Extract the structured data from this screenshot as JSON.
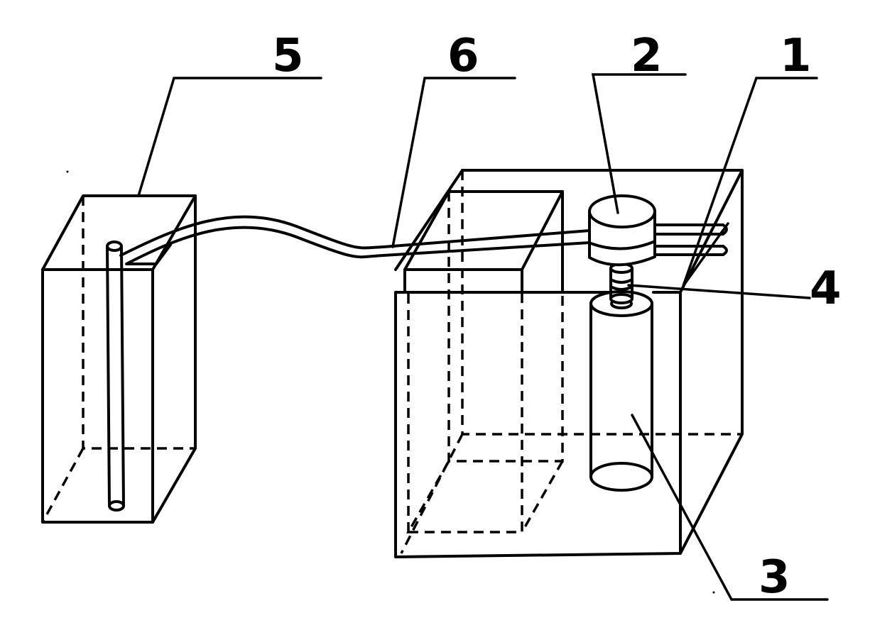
{
  "figure": {
    "background": "#ffffff",
    "stroke_color": "#000000",
    "labels": [
      {
        "id": "label-1",
        "text": "1"
      },
      {
        "id": "label-2",
        "text": "2"
      },
      {
        "id": "label-3",
        "text": "3"
      },
      {
        "id": "label-4",
        "text": "4"
      },
      {
        "id": "label-5",
        "text": "5"
      },
      {
        "id": "label-6",
        "text": "6"
      }
    ]
  }
}
